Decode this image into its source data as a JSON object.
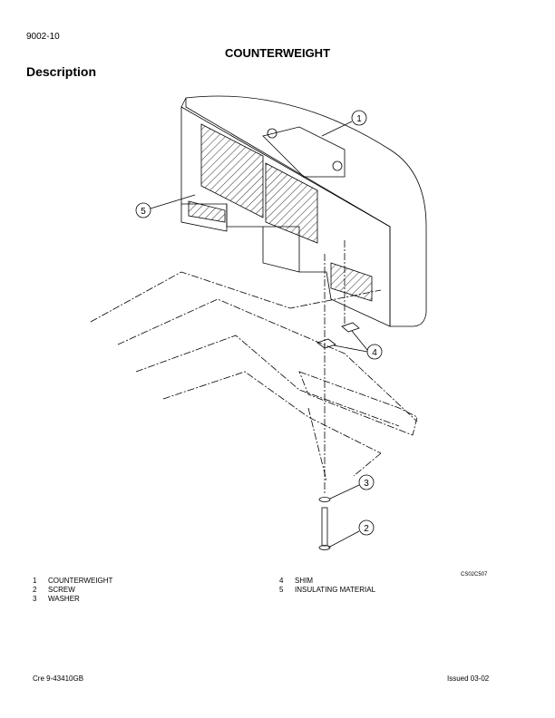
{
  "header": {
    "page_number": "9002-10",
    "title": "COUNTERWEIGHT",
    "section": "Description"
  },
  "figure": {
    "code": "CS02C507",
    "callouts": [
      "1",
      "2",
      "3",
      "4",
      "5"
    ]
  },
  "legend": [
    {
      "num": "1",
      "label": "COUNTERWEIGHT"
    },
    {
      "num": "2",
      "label": "SCREW"
    },
    {
      "num": "3",
      "label": "WASHER"
    },
    {
      "num": "4",
      "label": "SHIM"
    },
    {
      "num": "5",
      "label": "INSULATING MATERIAL"
    }
  ],
  "footer": {
    "doc_number": "Cre 9-43410GB",
    "issued": "Issued 03-02"
  }
}
